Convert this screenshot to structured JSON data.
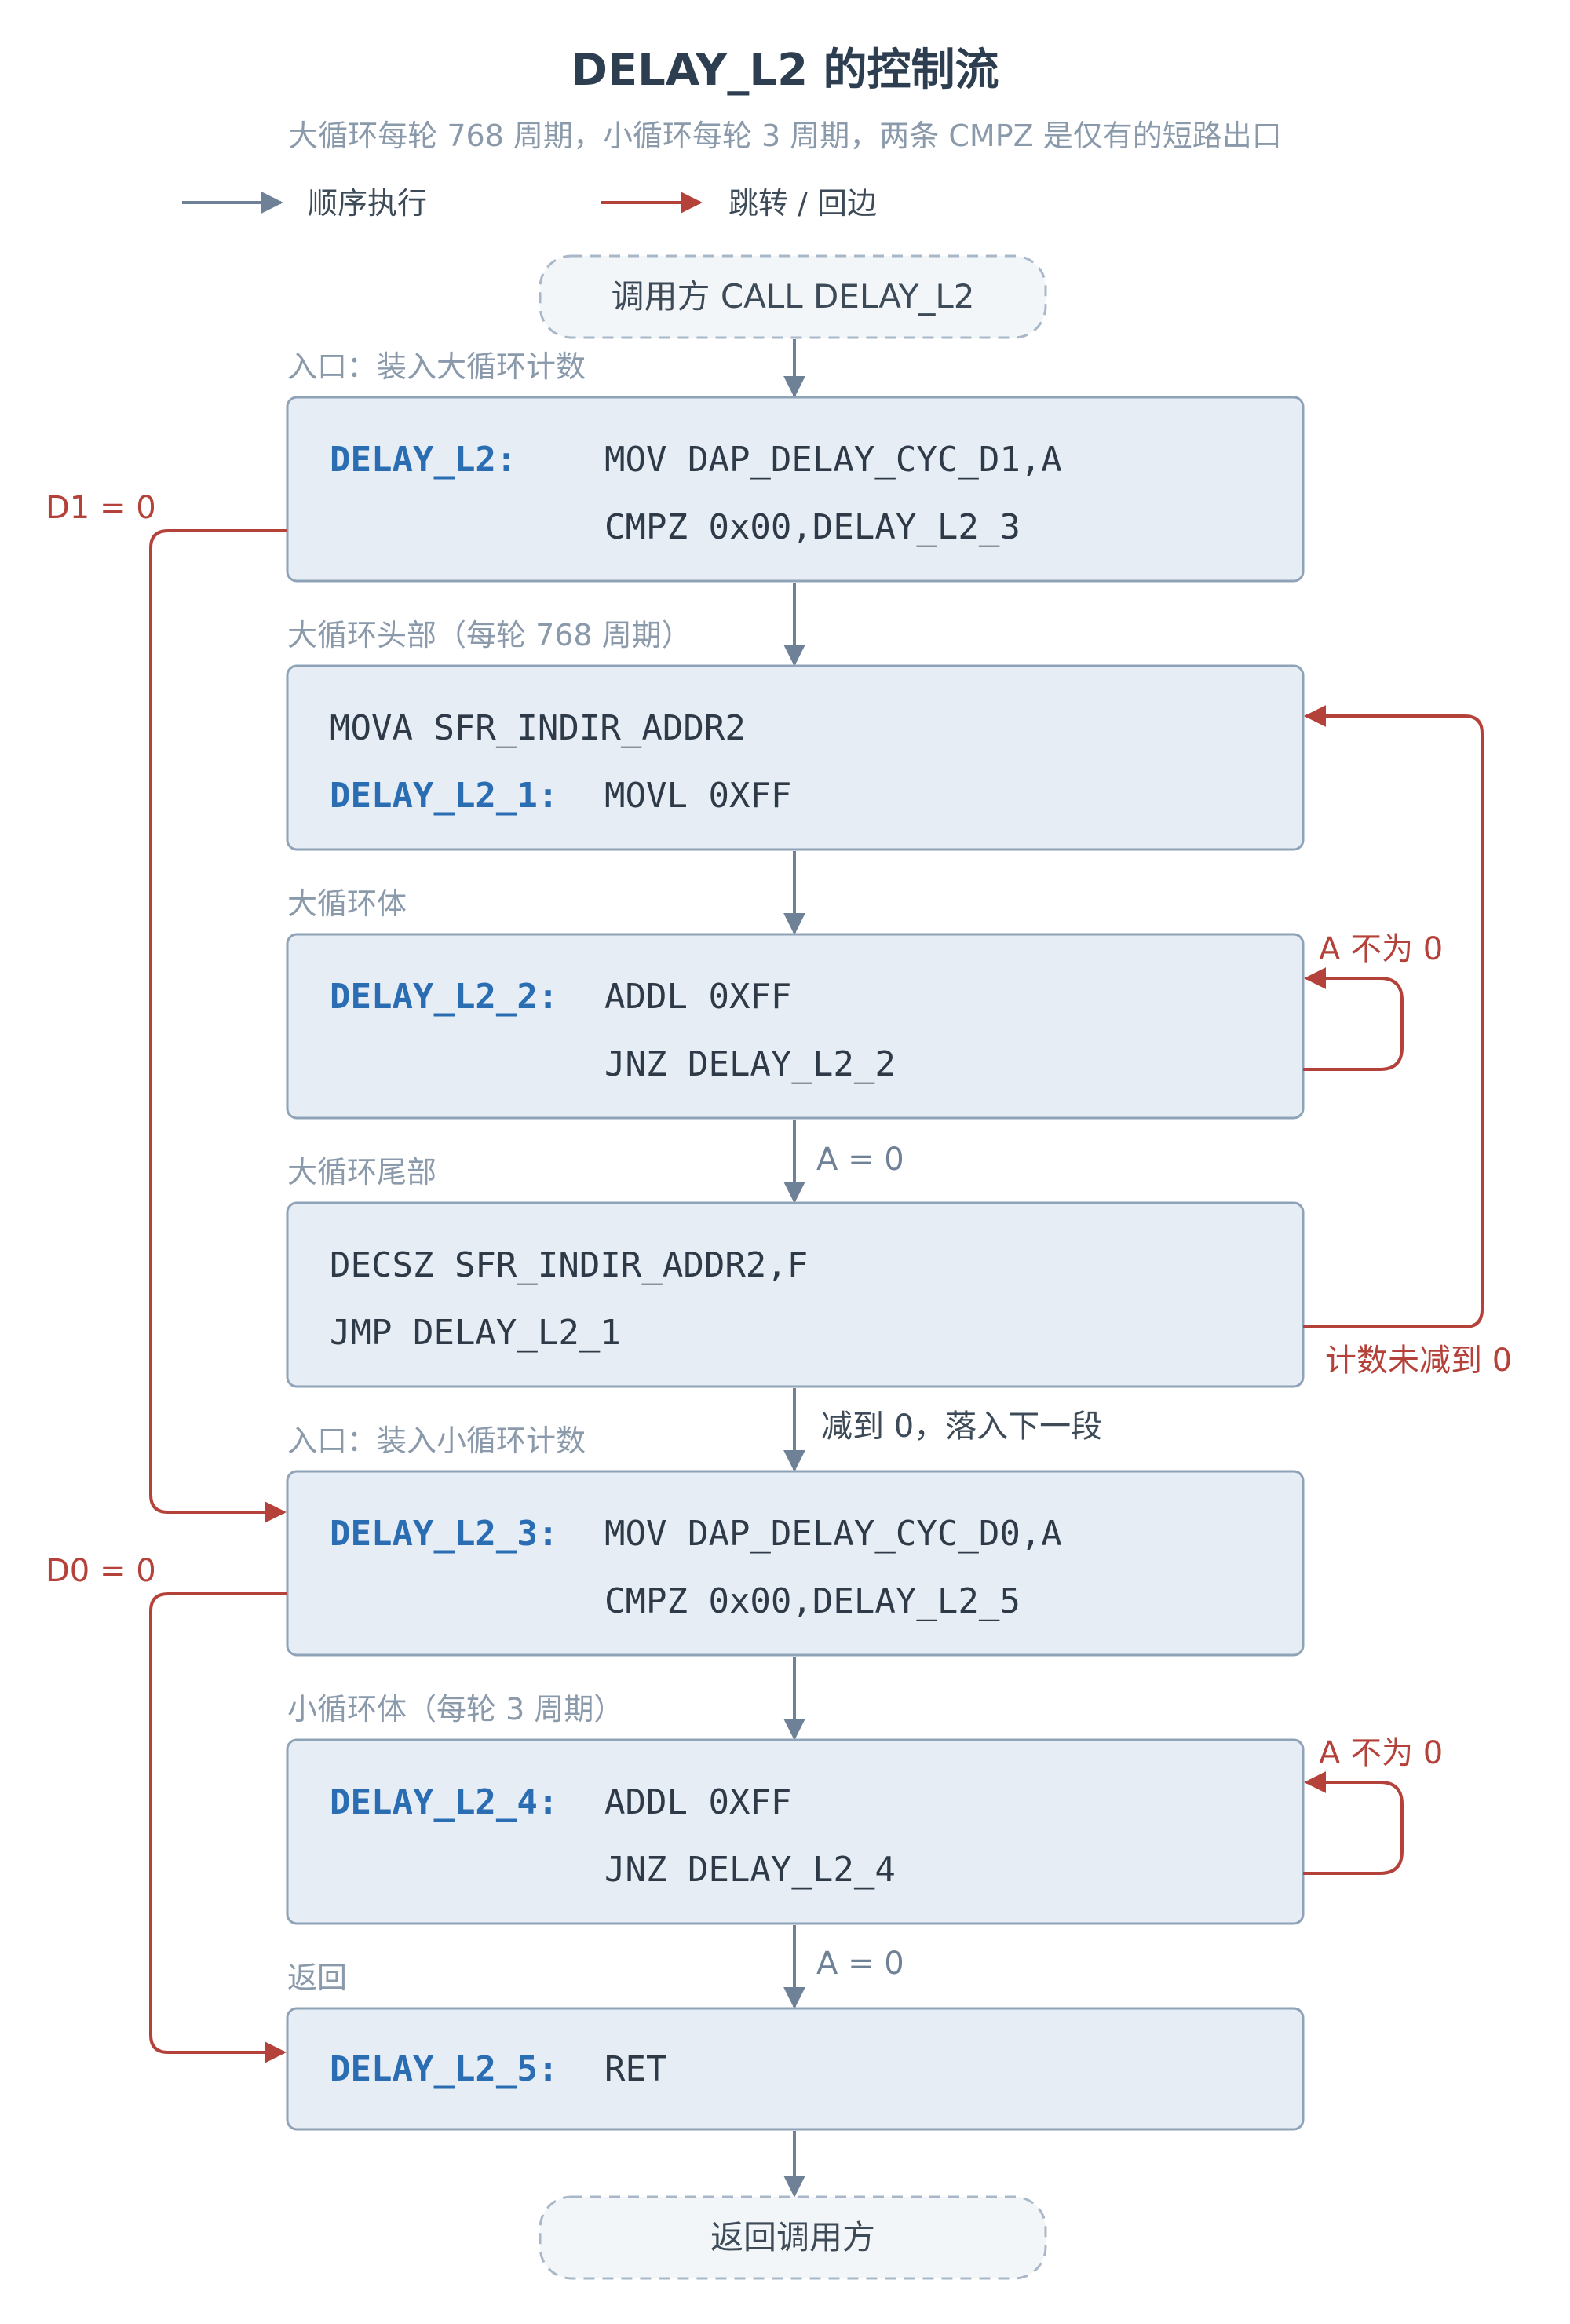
{
  "header": {
    "title": "DELAY_L2 的控制流",
    "subtitle": "大循环每轮 768 周期，小循环每轮 3 周期，两条 CMPZ 是仅有的短路出口"
  },
  "legend": {
    "sequential": "顺序执行",
    "jump": "跳转 / 回边"
  },
  "colors": {
    "title": "#2c3e50",
    "muted": "#8a9aab",
    "gray_arrow": "#6e8196",
    "red": "#b5423a",
    "box_fill": "#e6edf5",
    "box_stroke": "#8fa3b8",
    "label_blue": "#2a6db3",
    "code": "#2e3a48",
    "terminal_fill": "#f3f6f9",
    "terminal_stroke": "#a9b8c8"
  },
  "terminals": {
    "start": "调用方 CALL DELAY_L2",
    "end": "返回调用方"
  },
  "blocks": [
    {
      "caption": "入口：装入大循环计数",
      "lines": [
        {
          "label": "DELAY_L2:",
          "code": "MOV DAP_DELAY_CYC_D1,A"
        },
        {
          "label": "",
          "code": "CMPZ 0x00,DELAY_L2_3"
        }
      ]
    },
    {
      "caption": "大循环头部（每轮 768 周期）",
      "lines": [
        {
          "label": "",
          "code": "MOVA SFR_INDIR_ADDR2"
        },
        {
          "label": "DELAY_L2_1:",
          "code": "MOVL 0XFF"
        }
      ]
    },
    {
      "caption": "大循环体",
      "lines": [
        {
          "label": "DELAY_L2_2:",
          "code": "ADDL 0XFF"
        },
        {
          "label": "",
          "code": "JNZ DELAY_L2_2"
        }
      ]
    },
    {
      "caption": "大循环尾部",
      "lines": [
        {
          "label": "",
          "code": "DECSZ SFR_INDIR_ADDR2,F"
        },
        {
          "label": "",
          "code": "JMP DELAY_L2_1"
        }
      ]
    },
    {
      "caption": "入口：装入小循环计数",
      "lines": [
        {
          "label": "DELAY_L2_3:",
          "code": "MOV DAP_DELAY_CYC_D0,A"
        },
        {
          "label": "",
          "code": "CMPZ 0x00,DELAY_L2_5"
        }
      ]
    },
    {
      "caption": "小循环体（每轮 3 周期）",
      "lines": [
        {
          "label": "DELAY_L2_4:",
          "code": "ADDL 0XFF"
        },
        {
          "label": "",
          "code": "JNZ DELAY_L2_4"
        }
      ]
    },
    {
      "caption": "返回",
      "lines": [
        {
          "label": "DELAY_L2_5:",
          "code": "RET"
        }
      ]
    }
  ],
  "edge_labels": {
    "d1_zero": "D1 = 0",
    "d0_zero": "D0 = 0",
    "a_nonzero_big": "A 不为 0",
    "a_nonzero_small": "A 不为 0",
    "a_zero_big": "A = 0",
    "a_zero_small": "A = 0",
    "count_not_zero": "计数未减到 0",
    "count_zero": "减到 0，落入下一段"
  }
}
